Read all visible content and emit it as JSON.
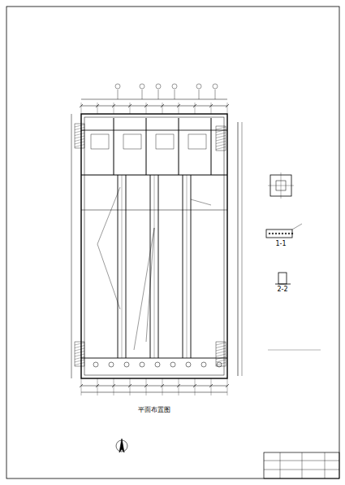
{
  "diagram": {
    "labels": [
      "平面布置图",
      "1-1",
      "2-2"
    ]
  }
}
